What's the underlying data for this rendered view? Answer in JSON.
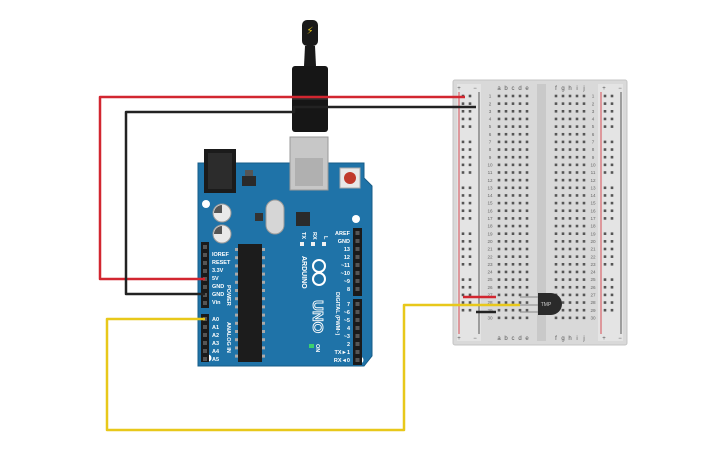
{
  "arduino": {
    "brand": "ARDUINO",
    "model": "UNO",
    "digital_label": "DIGITAL (PWM~)",
    "power_label": "POWER",
    "analog_label": "ANALOG IN",
    "on_label": "ON",
    "tx_label": "TX",
    "rx_label": "RX",
    "l_label": "L",
    "power_pins": [
      "IOREF",
      "RESET",
      "3.3V",
      "5V",
      "GND",
      "GND",
      "Vin"
    ],
    "analog_pins": [
      "A0",
      "A1",
      "A2",
      "A3",
      "A4",
      "A5"
    ],
    "digital_pins_top": [
      "AREF",
      "GND",
      "13",
      "12",
      "~11",
      "~10",
      "~9",
      "8"
    ],
    "digital_pins_bottom": [
      "7",
      "~6",
      "~5",
      "4",
      "~3",
      "2",
      "TX►1",
      "RX◄0"
    ]
  },
  "breadboard": {
    "columns_left": [
      "a",
      "b",
      "c",
      "d",
      "e"
    ],
    "columns_right": [
      "f",
      "g",
      "h",
      "i",
      "j"
    ],
    "rail_plus": "+",
    "rail_minus": "−",
    "row_count": 30
  },
  "sensor": {
    "label": "TMP"
  },
  "colors": {
    "wire_red": "#d22630",
    "wire_black": "#222222",
    "wire_yellow": "#e8c81a",
    "board_blue": "#1f73a8",
    "breadboard_body": "#dcdcdc",
    "usb_cable": "#1a1a1a"
  }
}
